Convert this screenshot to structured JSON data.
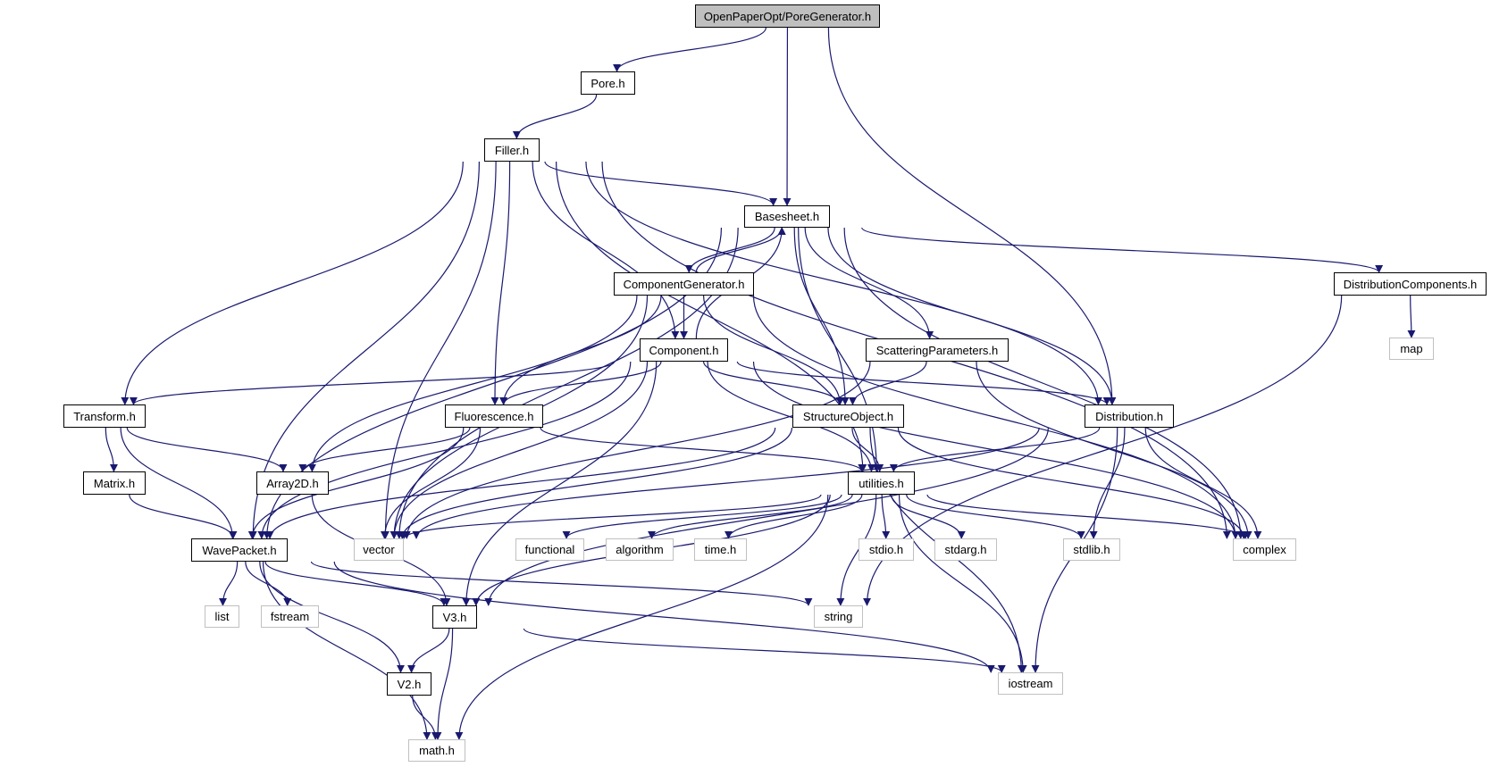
{
  "graph": {
    "title": "OpenPaperOpt/PoreGenerator.h",
    "colors": {
      "edge": "#191970",
      "node_border": "#000000",
      "root_fill": "#bfbfbf",
      "external_border": "#c0c0c0"
    },
    "nodes": [
      {
        "id": "root",
        "label": "OpenPaperOpt/PoreGenerator.h",
        "kind": "root"
      },
      {
        "id": "pore",
        "label": "Pore.h",
        "kind": "file"
      },
      {
        "id": "filler",
        "label": "Filler.h",
        "kind": "file"
      },
      {
        "id": "basesheet",
        "label": "Basesheet.h",
        "kind": "file"
      },
      {
        "id": "compgen",
        "label": "ComponentGenerator.h",
        "kind": "file"
      },
      {
        "id": "distcomp",
        "label": "DistributionComponents.h",
        "kind": "file"
      },
      {
        "id": "component",
        "label": "Component.h",
        "kind": "file"
      },
      {
        "id": "scatter",
        "label": "ScatteringParameters.h",
        "kind": "file"
      },
      {
        "id": "map",
        "label": "map",
        "kind": "external"
      },
      {
        "id": "transform",
        "label": "Transform.h",
        "kind": "file"
      },
      {
        "id": "fluor",
        "label": "Fluorescence.h",
        "kind": "file"
      },
      {
        "id": "structobj",
        "label": "StructureObject.h",
        "kind": "file"
      },
      {
        "id": "distribution",
        "label": "Distribution.h",
        "kind": "file"
      },
      {
        "id": "matrix",
        "label": "Matrix.h",
        "kind": "file"
      },
      {
        "id": "array2d",
        "label": "Array2D.h",
        "kind": "file"
      },
      {
        "id": "utilities",
        "label": "utilities.h",
        "kind": "file"
      },
      {
        "id": "wavepacket",
        "label": "WavePacket.h",
        "kind": "file"
      },
      {
        "id": "vector",
        "label": "vector",
        "kind": "external"
      },
      {
        "id": "functional",
        "label": "functional",
        "kind": "external"
      },
      {
        "id": "algorithm",
        "label": "algorithm",
        "kind": "external"
      },
      {
        "id": "time",
        "label": "time.h",
        "kind": "external"
      },
      {
        "id": "stdio",
        "label": "stdio.h",
        "kind": "external"
      },
      {
        "id": "stdarg",
        "label": "stdarg.h",
        "kind": "external"
      },
      {
        "id": "stdlib",
        "label": "stdlib.h",
        "kind": "external"
      },
      {
        "id": "complex",
        "label": "complex",
        "kind": "external"
      },
      {
        "id": "list",
        "label": "list",
        "kind": "external"
      },
      {
        "id": "fstream",
        "label": "fstream",
        "kind": "external"
      },
      {
        "id": "v3",
        "label": "V3.h",
        "kind": "file"
      },
      {
        "id": "string",
        "label": "string",
        "kind": "external"
      },
      {
        "id": "v2",
        "label": "V2.h",
        "kind": "file"
      },
      {
        "id": "iostream",
        "label": "iostream",
        "kind": "external"
      },
      {
        "id": "math",
        "label": "math.h",
        "kind": "external"
      }
    ],
    "edges": [
      [
        "root",
        "pore"
      ],
      [
        "root",
        "basesheet"
      ],
      [
        "root",
        "distribution"
      ],
      [
        "pore",
        "filler"
      ],
      [
        "filler",
        "basesheet"
      ],
      [
        "filler",
        "transform"
      ],
      [
        "filler",
        "wavepacket"
      ],
      [
        "filler",
        "vector"
      ],
      [
        "filler",
        "fluor"
      ],
      [
        "filler",
        "component"
      ],
      [
        "filler",
        "utilities"
      ],
      [
        "filler",
        "distribution"
      ],
      [
        "filler",
        "complex"
      ],
      [
        "basesheet",
        "compgen"
      ],
      [
        "basesheet",
        "wavepacket"
      ],
      [
        "basesheet",
        "vector"
      ],
      [
        "basesheet",
        "structobj"
      ],
      [
        "basesheet",
        "scatter"
      ],
      [
        "basesheet",
        "distribution"
      ],
      [
        "basesheet",
        "distcomp"
      ],
      [
        "basesheet",
        "complex"
      ],
      [
        "basesheet",
        "utilities"
      ],
      [
        "compgen",
        "basesheet"
      ],
      [
        "compgen",
        "component"
      ],
      [
        "compgen",
        "array2d"
      ],
      [
        "compgen",
        "fluor"
      ],
      [
        "compgen",
        "vector"
      ],
      [
        "compgen",
        "structobj"
      ],
      [
        "compgen",
        "complex"
      ],
      [
        "distcomp",
        "map"
      ],
      [
        "distcomp",
        "string"
      ],
      [
        "component",
        "basesheet"
      ],
      [
        "component",
        "transform"
      ],
      [
        "component",
        "fluor"
      ],
      [
        "component",
        "wavepacket"
      ],
      [
        "component",
        "v3"
      ],
      [
        "component",
        "structobj"
      ],
      [
        "component",
        "utilities"
      ],
      [
        "component",
        "distribution"
      ],
      [
        "component",
        "complex"
      ],
      [
        "component",
        "vector"
      ],
      [
        "scatter",
        "structobj"
      ],
      [
        "scatter",
        "vector"
      ],
      [
        "scatter",
        "complex"
      ],
      [
        "transform",
        "matrix"
      ],
      [
        "transform",
        "array2d"
      ],
      [
        "transform",
        "wavepacket"
      ],
      [
        "fluor",
        "array2d"
      ],
      [
        "fluor",
        "wavepacket"
      ],
      [
        "fluor",
        "vector"
      ],
      [
        "fluor",
        "utilities"
      ],
      [
        "structobj",
        "utilities"
      ],
      [
        "structobj",
        "vector"
      ],
      [
        "structobj",
        "wavepacket"
      ],
      [
        "structobj",
        "complex"
      ],
      [
        "structobj",
        "iostream"
      ],
      [
        "distribution",
        "utilities"
      ],
      [
        "distribution",
        "vector"
      ],
      [
        "distribution",
        "stdlib"
      ],
      [
        "distribution",
        "complex"
      ],
      [
        "distribution",
        "iostream"
      ],
      [
        "distribution",
        "v3"
      ],
      [
        "matrix",
        "wavepacket"
      ],
      [
        "array2d",
        "v3"
      ],
      [
        "utilities",
        "vector"
      ],
      [
        "utilities",
        "functional"
      ],
      [
        "utilities",
        "algorithm"
      ],
      [
        "utilities",
        "time"
      ],
      [
        "utilities",
        "stdio"
      ],
      [
        "utilities",
        "stdarg"
      ],
      [
        "utilities",
        "stdlib"
      ],
      [
        "utilities",
        "complex"
      ],
      [
        "utilities",
        "string"
      ],
      [
        "utilities",
        "iostream"
      ],
      [
        "utilities",
        "math"
      ],
      [
        "utilities",
        "v3"
      ],
      [
        "wavepacket",
        "list"
      ],
      [
        "wavepacket",
        "fstream"
      ],
      [
        "wavepacket",
        "v3"
      ],
      [
        "wavepacket",
        "v2"
      ],
      [
        "wavepacket",
        "string"
      ],
      [
        "wavepacket",
        "iostream"
      ],
      [
        "wavepacket",
        "math"
      ],
      [
        "v3",
        "v2"
      ],
      [
        "v3",
        "math"
      ],
      [
        "v3",
        "iostream"
      ],
      [
        "v2",
        "math"
      ]
    ]
  }
}
